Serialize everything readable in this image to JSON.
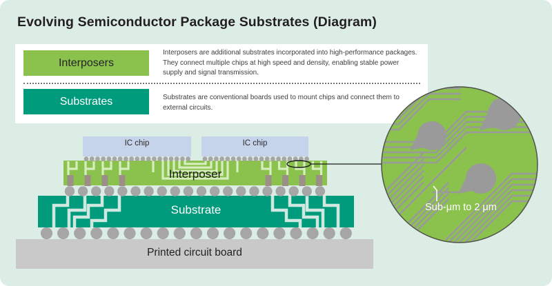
{
  "title": "Evolving Semiconductor Package Substrates (Diagram)",
  "legend": {
    "interposers": {
      "label": "Interposers",
      "description": "Interposers are additional substrates incorporated into high-performance packages. They connect multiple chips at high speed and density, enabling stable power supply and signal transmission.",
      "swatch_color": "#8ac24d"
    },
    "substrates": {
      "label": "Substrates",
      "description": "Substrates are conventional boards used to mount chips and connect them to external circuits.",
      "swatch_color": "#009b7d"
    }
  },
  "diagram": {
    "chips": [
      {
        "label": "IC chip"
      },
      {
        "label": "IC chip"
      }
    ],
    "interposer_label": "Interposer",
    "substrate_label": "Substrate",
    "pcb_label": "Printed circuit board",
    "magnified_view": {
      "annotation": "Sub-μm to 2 μm"
    }
  },
  "colors": {
    "card_background": "#dcede6",
    "interposer_green": "#8ac24d",
    "substrate_teal": "#009b7d",
    "chip_blue": "#c5d4ea",
    "metal_gray": "#a6a6a6",
    "via_gray": "#9c8f88",
    "pcb_gray": "#c9c9c9",
    "trace_light_green": "#d6edbe",
    "trace_light_teal": "#cfe9e0",
    "detail_trace_gray": "#9a9a9a"
  }
}
